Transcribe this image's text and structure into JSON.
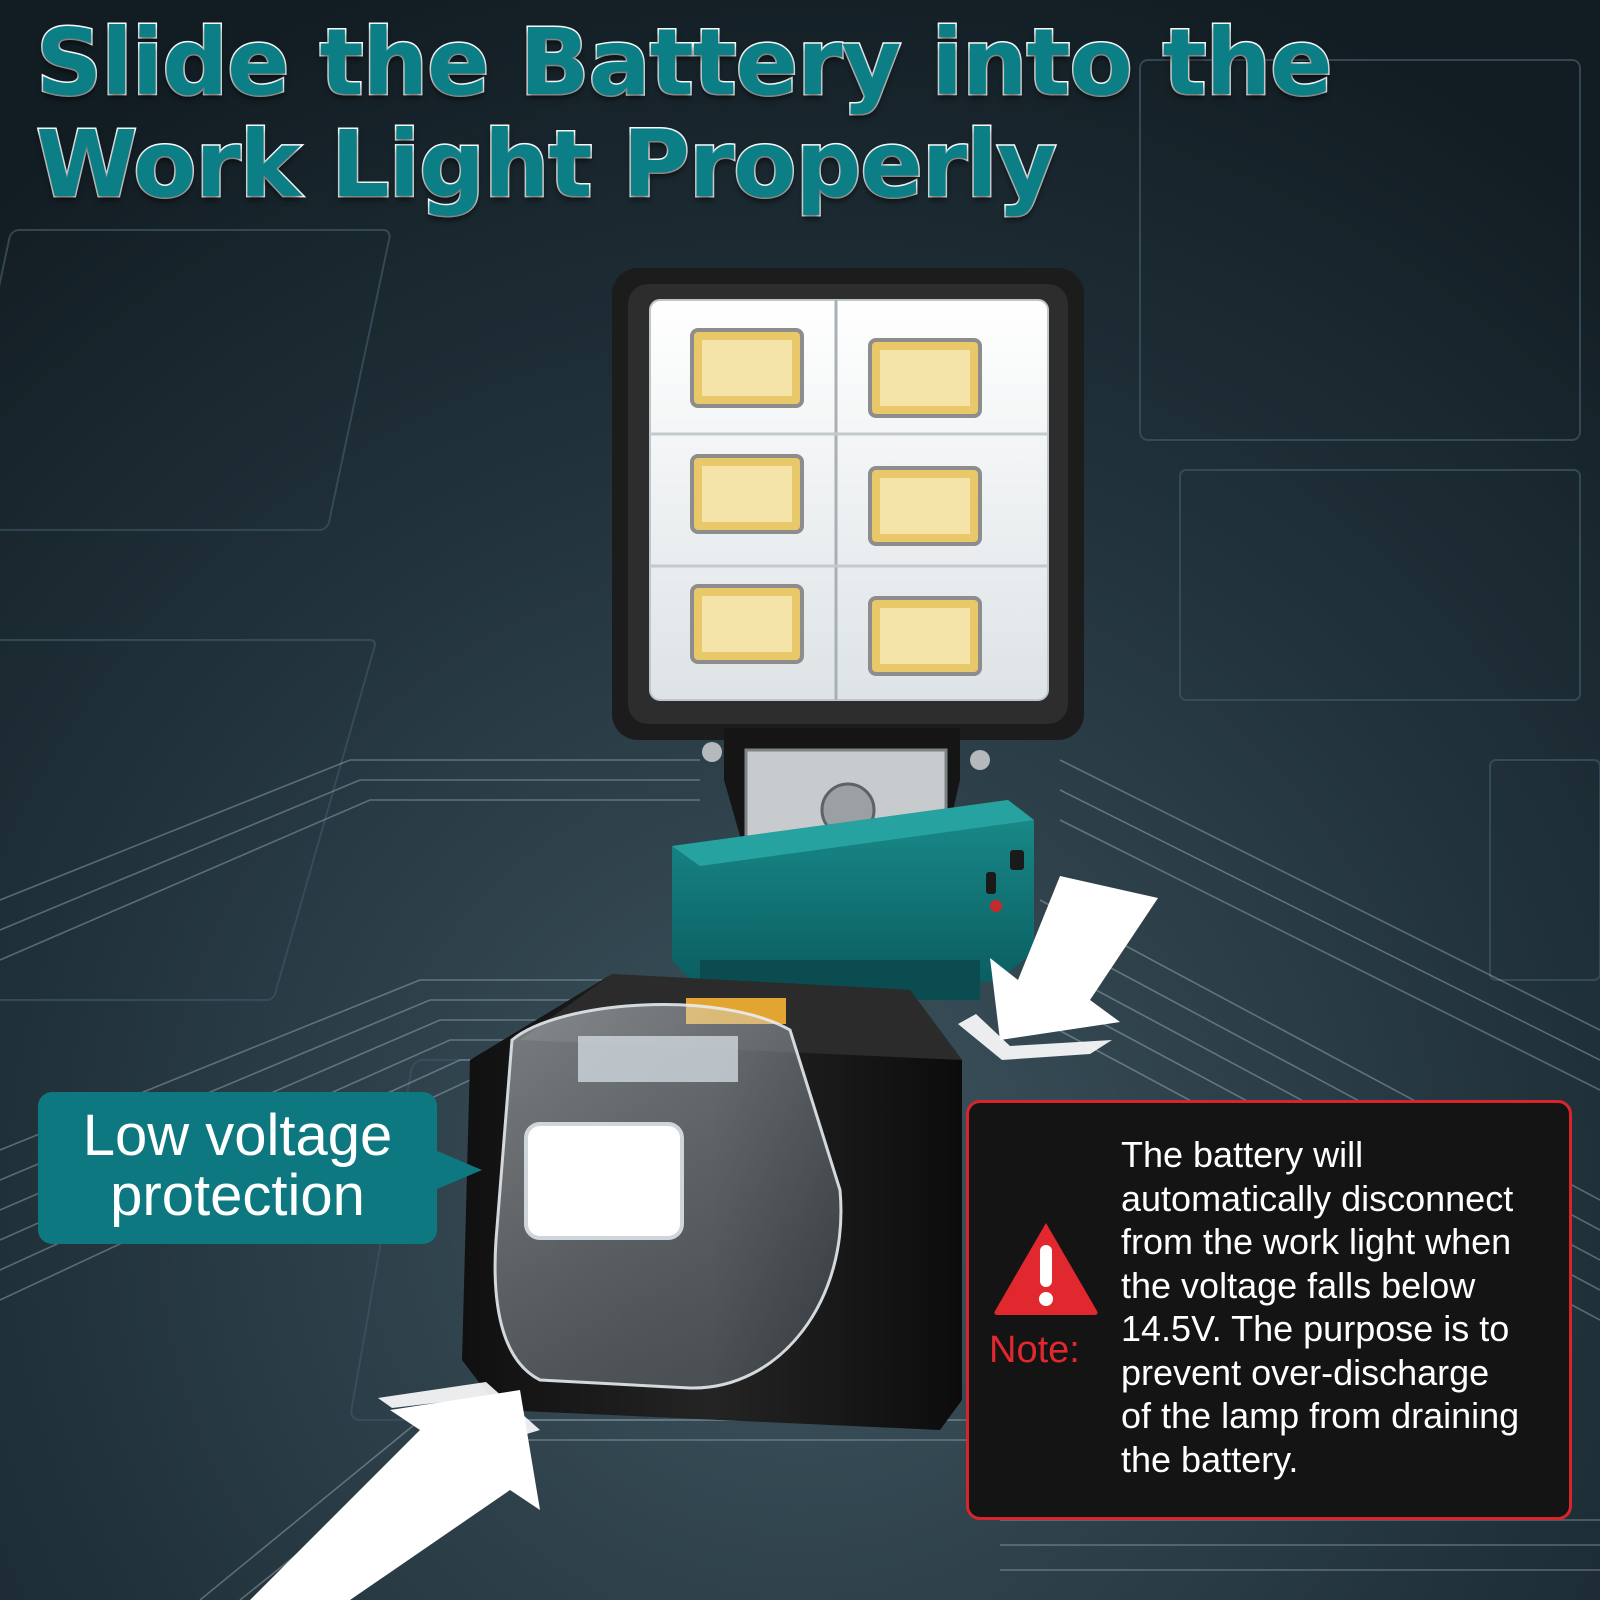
{
  "headline": {
    "line1": "Slide the Battery into the",
    "line2": "Work Light Properly"
  },
  "callout": {
    "line1": "Low voltage",
    "line2": "protection"
  },
  "note": {
    "label": "Note:",
    "lines": [
      "The battery will",
      "automatically disconnect",
      "from the work light when",
      "the voltage falls below",
      "14.5V. The purpose is to",
      "prevent over-discharge",
      "of the lamp from draining",
      "the battery."
    ]
  },
  "colors": {
    "accent_teal": "#0d7880",
    "warning_red": "#d8252b"
  },
  "icons": [
    "warning-triangle-icon",
    "arrow-icon"
  ]
}
